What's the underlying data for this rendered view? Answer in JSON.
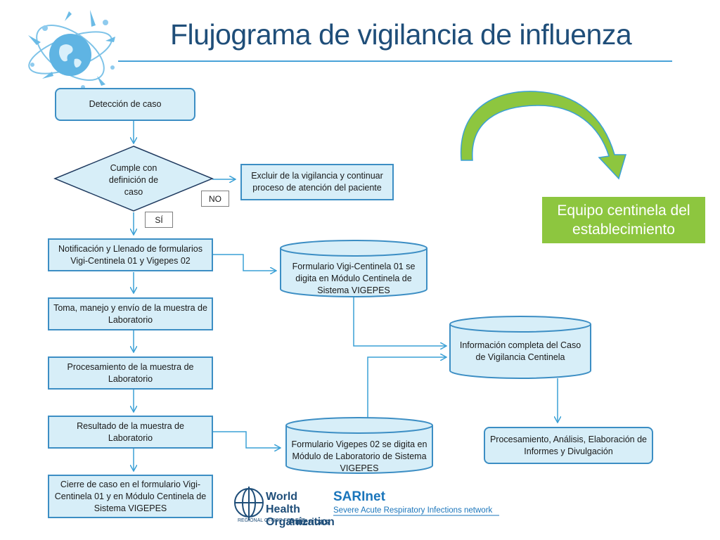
{
  "title": "Flujograma de vigilancia de influenza",
  "flow": {
    "deteccion": "Detección de caso",
    "decision": "Cumple con definición de caso",
    "excluir": "Excluir de la vigilancia y continuar proceso de atención del paciente",
    "no_label": "NO",
    "si_label": "SÍ",
    "notificacion": "Notificación y Llenado de formularios  Vigi-Centinela 01 y Vigepes 02",
    "toma": "Toma, manejo y envío de la muestra de Laboratorio",
    "procesamiento_lab": "Procesamiento de la muestra de Laboratorio",
    "resultado": "Resultado de la muestra de Laboratorio",
    "cierre": "Cierre de caso en el formulario Vigi-Centinela 01 y en Módulo Centinela de Sistema VIGEPES",
    "form_vigi": "Formulario Vigi-Centinela 01 se digita en Módulo Centinela de Sistema VIGEPES",
    "info_completa": "Información completa del Caso de Vigilancia Centinela",
    "form_vigepes": "Formulario Vigepes 02 se digita en Módulo de Laboratorio de Sistema VIGEPES",
    "procesamiento_analisis": "Procesamiento, Análisis, Elaboración de Informes y Divulgación"
  },
  "team_label": "Equipo centinela del establecimiento",
  "footer": {
    "who_name": "World Health Organization",
    "who_sub": "REGIONAL OFFICE FOR THE",
    "who_region": "Americas",
    "sari_name": "SARInet",
    "sari_desc": "Severe Acute Respiratory Infections network"
  },
  "colors": {
    "title": "#1f4e79",
    "box_fill": "#d7eef8",
    "box_border": "#3c8ec4",
    "arrow": "#3aa0d6",
    "team_fill": "#8dc63f",
    "curved_arrow": "#7ab648"
  },
  "icons": [
    "globe-logo-icon",
    "who-emblem-icon",
    "curved-arrow-icon"
  ]
}
